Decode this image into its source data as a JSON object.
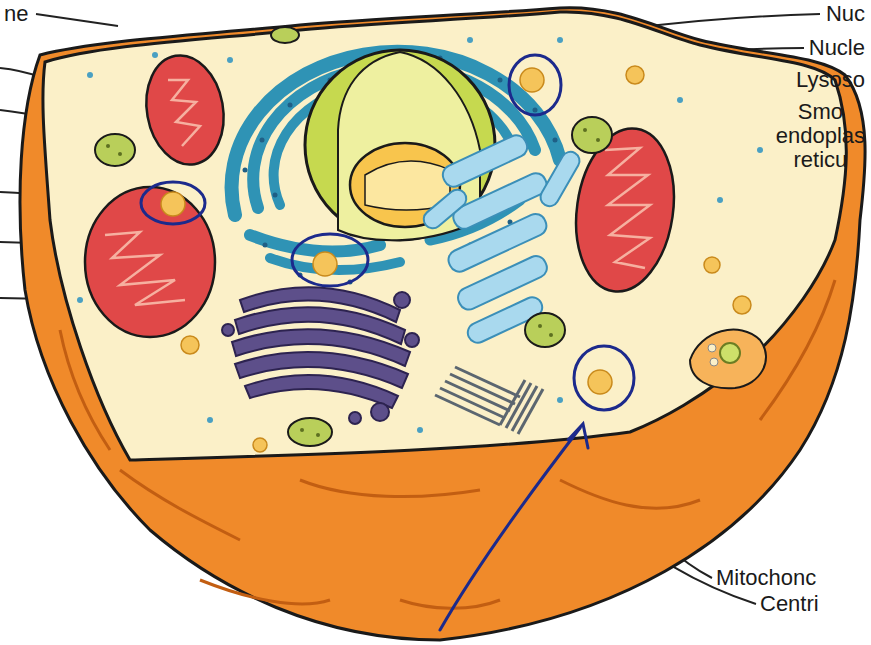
{
  "diagram": {
    "labels": [
      "ne",
      "Nuc",
      "Nucle",
      "Lysoso",
      "Smo endoplas reticu",
      "Mitochonc",
      "Centri"
    ]
  }
}
